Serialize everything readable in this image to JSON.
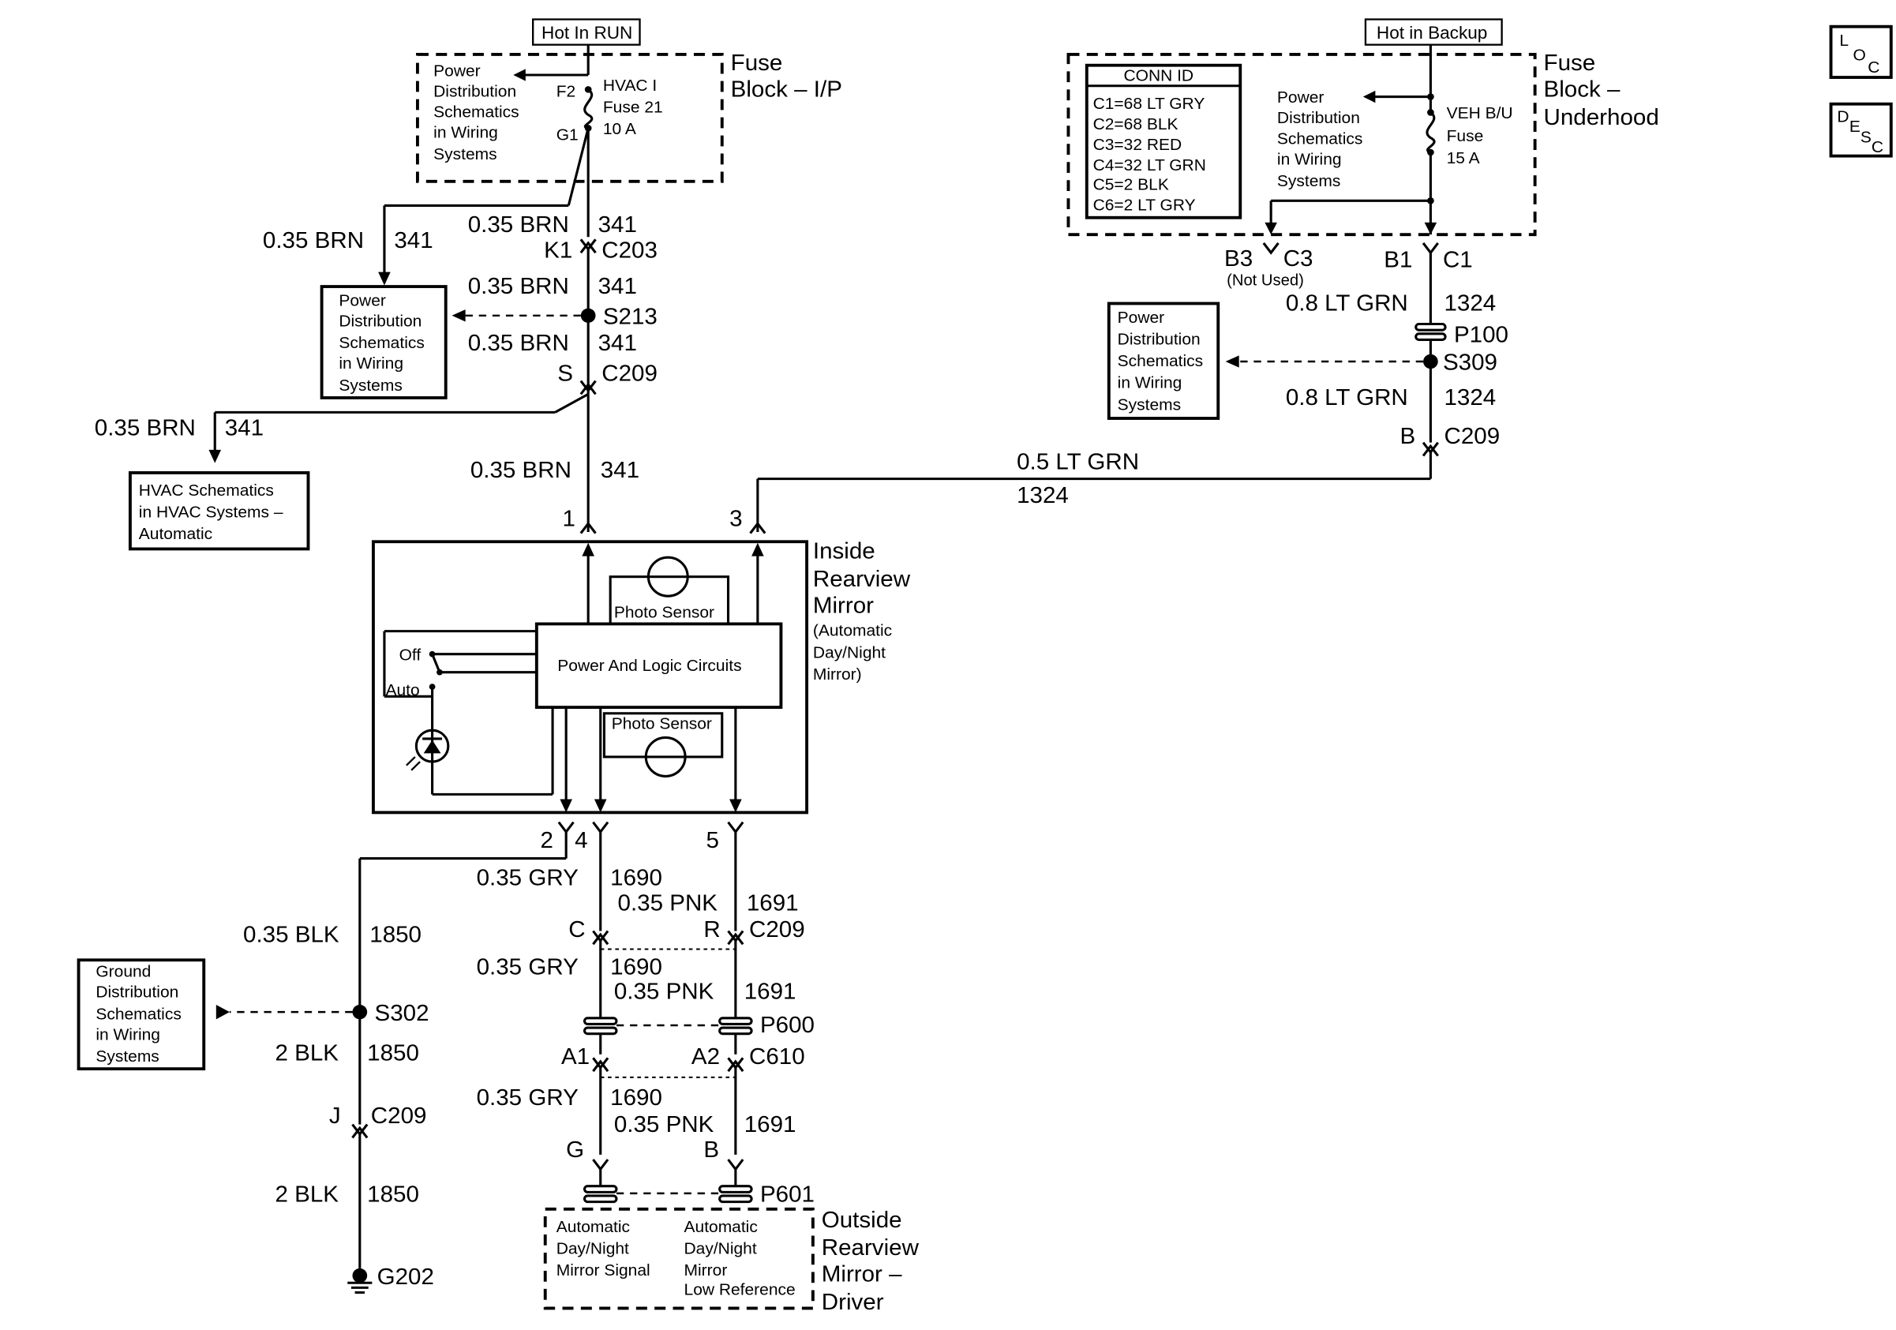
{
  "labels": {
    "hot_in_run": "Hot In RUN",
    "hot_in_backup": "Hot in Backup",
    "fuse_block_ip": [
      "Fuse",
      "Block – I/P"
    ],
    "fuse_block_underhood": [
      "Fuse",
      "Block –",
      "Underhood"
    ],
    "loc_icon": [
      "L",
      "O",
      "C"
    ],
    "desc_icon": [
      "D",
      "E",
      "S",
      "C"
    ],
    "pds": [
      "Power",
      "Distribution",
      "Schematics",
      "in Wiring",
      "Systems"
    ],
    "pds_mid": [
      "Power",
      "Distribution",
      "Schematics",
      "in Wiring",
      "Systems"
    ],
    "pds_uh": [
      "Power",
      "Distribution",
      "Schematics",
      "in Wiring",
      "Systems"
    ],
    "pds_right": [
      "Power",
      "Distribution",
      "Schematics",
      "in Wiring",
      "Systems"
    ],
    "fuse_ip": {
      "f2": "F2",
      "g1": "G1",
      "name": [
        "HVAC I",
        "Fuse 21",
        "10 A"
      ]
    },
    "fuse_uh": [
      "VEH B/U",
      "Fuse",
      "15 A"
    ],
    "conn_id": {
      "title": "CONN ID",
      "rows": [
        "C1=68 LT GRY",
        "C2=68 BLK",
        "C3=32 RED",
        "C4=32 LT GRN",
        "C5=2 BLK",
        "C6=2 LT GRY"
      ]
    },
    "w_035brn": "0.35 BRN",
    "c341": "341",
    "k1": "K1",
    "c203": "C203",
    "s213": "S213",
    "s": "S",
    "c209": "C209",
    "hvac": [
      "HVAC Schematics",
      "in HVAC Systems –",
      "Automatic"
    ],
    "pin1": "1",
    "pin3": "3",
    "w_05ltgrn": "0.5 LT GRN",
    "c1324": "1324",
    "b3": "B3",
    "c3": "C3",
    "not_used": "(Not Used)",
    "b1": "B1",
    "c1": "C1",
    "w_08ltgrn": "0.8 LT GRN",
    "p100": "P100",
    "s309": "S309",
    "b": "B",
    "mirror_title": [
      "Inside",
      "Rearview",
      "Mirror"
    ],
    "mirror_sub": [
      "(Automatic",
      "Day/Night",
      "Mirror)"
    ],
    "photo_sensor": "Photo Sensor",
    "plc": "Power And Logic Circuits",
    "off": "Off",
    "auto": "Auto",
    "pin2": "2",
    "pin4": "4",
    "pin5": "5",
    "w_035gry": "0.35 GRY",
    "c1690": "1690",
    "w_035pnk": "0.35 PNK",
    "c1691": "1691",
    "c": "C",
    "r": "R",
    "w_035blk": "0.35 BLK",
    "c1850": "1850",
    "gds": [
      "Ground",
      "Distribution",
      "Schematics",
      "in Wiring",
      "Systems"
    ],
    "s302": "S302",
    "w_2blk": "2 BLK",
    "j": "J",
    "p600": "P600",
    "a1": "A1",
    "a2": "A2",
    "c610": "C610",
    "g": "G",
    "p601": "P601",
    "g202": "G202",
    "outside_title": [
      "Outside",
      "Rearview",
      "Mirror –",
      "Driver"
    ],
    "adn_signal": [
      "Automatic",
      "Day/Night",
      "Mirror Signal"
    ],
    "adn_low": [
      "Automatic",
      "Day/Night",
      "Mirror",
      "Low Reference"
    ]
  }
}
